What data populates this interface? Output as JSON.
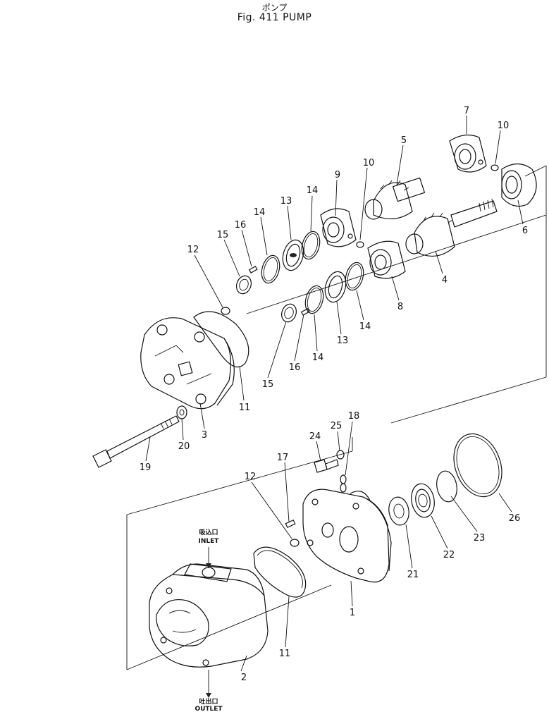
{
  "title_jp": "ポンプ",
  "title_en": "Fig. 411  PUMP",
  "ports": {
    "inlet_jp": "吸込口",
    "inlet_en": "INLET",
    "outlet_jp": "吐出口",
    "outlet_en": "OUTLET"
  },
  "labels": [
    {
      "id": "p7",
      "text": "7"
    },
    {
      "id": "p10a",
      "text": "10"
    },
    {
      "id": "p5",
      "text": "5"
    },
    {
      "id": "p10b",
      "text": "10"
    },
    {
      "id": "p9",
      "text": "9"
    },
    {
      "id": "p14a",
      "text": "14"
    },
    {
      "id": "p13a",
      "text": "13"
    },
    {
      "id": "p14b",
      "text": "14"
    },
    {
      "id": "p16a",
      "text": "16"
    },
    {
      "id": "p15a",
      "text": "15"
    },
    {
      "id": "p12a",
      "text": "12"
    },
    {
      "id": "p6",
      "text": "6"
    },
    {
      "id": "p4",
      "text": "4"
    },
    {
      "id": "p8",
      "text": "8"
    },
    {
      "id": "p14c",
      "text": "14"
    },
    {
      "id": "p13b",
      "text": "13"
    },
    {
      "id": "p14d",
      "text": "14"
    },
    {
      "id": "p16b",
      "text": "16"
    },
    {
      "id": "p15b",
      "text": "15"
    },
    {
      "id": "p11a",
      "text": "11"
    },
    {
      "id": "p3",
      "text": "3"
    },
    {
      "id": "p20",
      "text": "20"
    },
    {
      "id": "p19",
      "text": "19"
    },
    {
      "id": "p18",
      "text": "18"
    },
    {
      "id": "p25",
      "text": "25"
    },
    {
      "id": "p24",
      "text": "24"
    },
    {
      "id": "p17",
      "text": "17"
    },
    {
      "id": "p12b",
      "text": "12"
    },
    {
      "id": "p26",
      "text": "26"
    },
    {
      "id": "p23",
      "text": "23"
    },
    {
      "id": "p22",
      "text": "22"
    },
    {
      "id": "p21",
      "text": "21"
    },
    {
      "id": "p1",
      "text": "1"
    },
    {
      "id": "p11b",
      "text": "11"
    },
    {
      "id": "p2",
      "text": "2"
    }
  ]
}
